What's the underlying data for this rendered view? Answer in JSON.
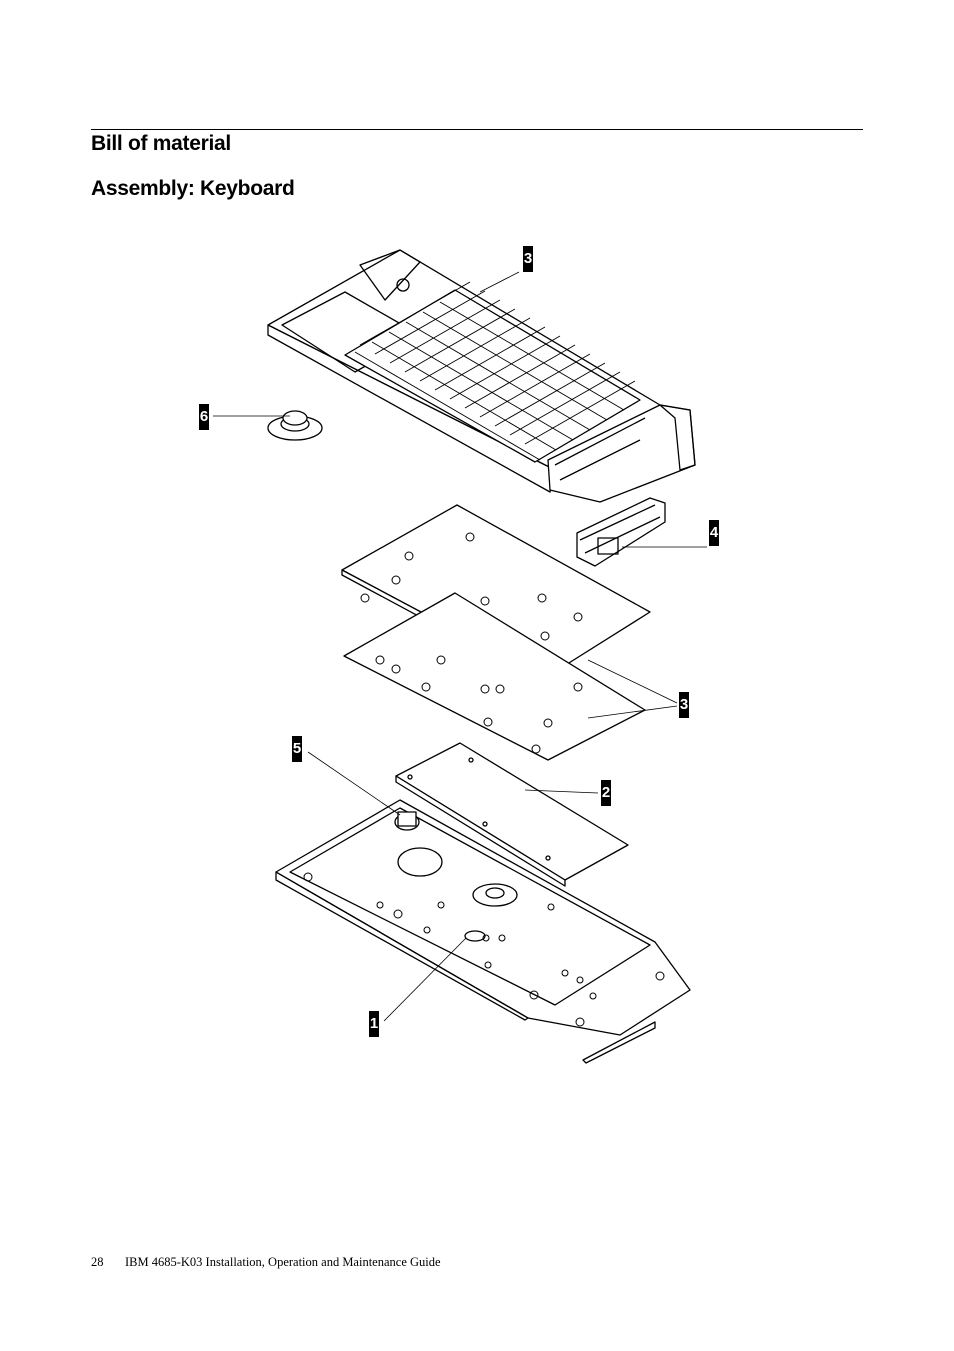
{
  "header": {
    "section_title": "Bill of material",
    "subtitle": "Assembly: Keyboard"
  },
  "figure": {
    "callouts": [
      "3",
      "6",
      "4",
      "3",
      "5",
      "2",
      "1"
    ]
  },
  "footer": {
    "page_number": "28",
    "doc_title": "IBM 4685-K03 Installation, Operation and Maintenance Guide"
  }
}
